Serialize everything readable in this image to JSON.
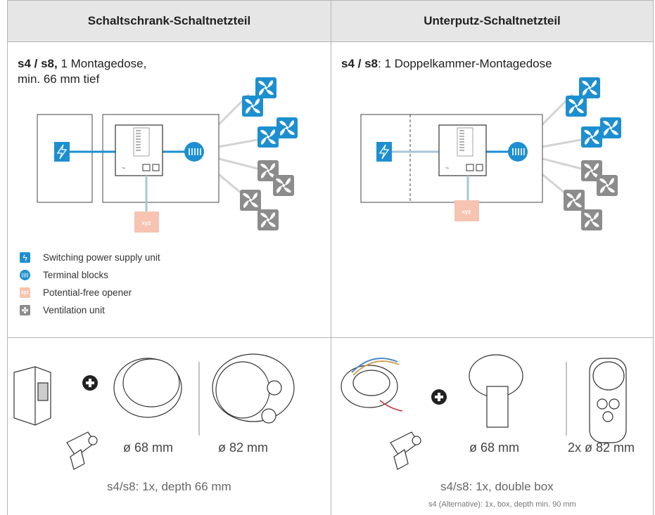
{
  "header": {
    "left": "Schaltschrank-Schaltnetzteil",
    "right": "Unterputz-Schaltnetzteil"
  },
  "left_panel": {
    "title_bold": "s4 / s8,",
    "title_rest": " 1 Montagedose,",
    "title_line2": "min. 66 mm tief",
    "xyz_label": "xyz"
  },
  "right_panel": {
    "title_bold": "s4 / s8",
    "title_rest": ": 1 Doppelkammer-Montagedose",
    "xyz_label": "xyz"
  },
  "legend": [
    {
      "icon": "lightning-icon",
      "label": "Switching power supply unit"
    },
    {
      "icon": "terminal-block-icon",
      "label": "Terminal blocks"
    },
    {
      "icon": "xyz-opener-icon",
      "label": "Potential-free opener",
      "icon_text": "xyz"
    },
    {
      "icon": "fan-icon",
      "label": "Ventilation unit"
    }
  ],
  "bottom_left": {
    "dim1": "ø 68 mm",
    "dim2": "ø 82 mm",
    "caption": "s4/s8: 1x, depth 66 mm"
  },
  "bottom_right": {
    "dim1": "ø 68 mm",
    "dim2": "2x ø 82 mm",
    "caption": "s4/s8: 1x, double box",
    "note": "s4 (Alternative): 1x, box, depth min. 90 mm"
  },
  "colors": {
    "blue": "#1d8fd0",
    "fan_blue": "#1d8fd0",
    "fan_grey": "#8c8c8c",
    "xyz": "#f6c4b0",
    "header_bg": "#e6e6e6"
  }
}
